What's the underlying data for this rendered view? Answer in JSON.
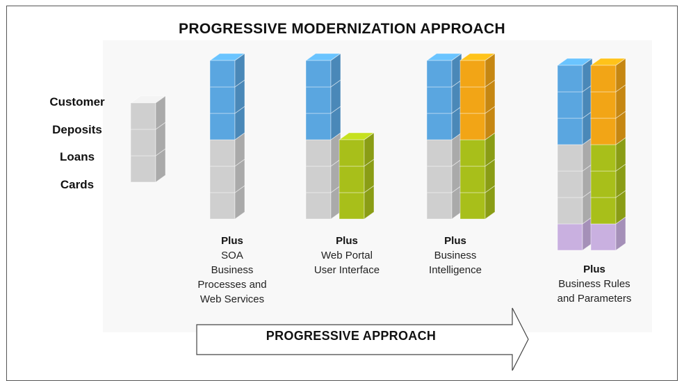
{
  "title": "PROGRESSIVE MODERNIZATION APPROACH",
  "legend": [
    "Customer",
    "Deposits",
    "Loans",
    "Cards"
  ],
  "columns": [
    {
      "plus": "Plus",
      "description": "SOA\nBusiness\nProcesses and\nWeb Services",
      "blocks": [
        {
          "color": "blue",
          "count": 3
        },
        {
          "color": "gray",
          "count": 3
        }
      ],
      "side_blocks": []
    },
    {
      "plus": "Plus",
      "description": "Web Portal\nUser Interface",
      "blocks": [
        {
          "color": "blue",
          "count": 3
        },
        {
          "color": "gray",
          "count": 3
        }
      ],
      "side_blocks": [
        {
          "color": "green",
          "count": 3
        }
      ]
    },
    {
      "plus": "Plus",
      "description": "Business\nIntelligence",
      "blocks": [
        {
          "color": "blue",
          "count": 3
        },
        {
          "color": "gray",
          "count": 3
        }
      ],
      "side_blocks": [
        {
          "color": "orange",
          "count": 3
        },
        {
          "color": "green",
          "count": 3
        }
      ]
    },
    {
      "plus": "Plus",
      "description": "Business Rules\nand Parameters",
      "blocks": [
        {
          "color": "blue",
          "count": 3
        },
        {
          "color": "gray",
          "count": 3
        },
        {
          "color": "purple",
          "count": 1
        }
      ],
      "side_blocks": [
        {
          "color": "orange",
          "count": 3
        },
        {
          "color": "green",
          "count": 3
        },
        {
          "color": "purple",
          "count": 1
        }
      ]
    }
  ],
  "arrow_label": "PROGRESSIVE APPROACH",
  "colors": {
    "blue": "#5aa6e0",
    "gray": "#cfcfcf",
    "green": "#a8bf1a",
    "orange": "#f2a516",
    "purple": "#c9b0e0"
  }
}
